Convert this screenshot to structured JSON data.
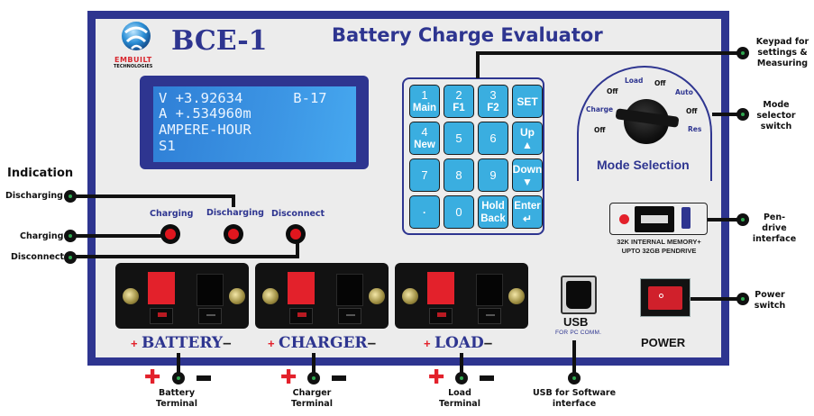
{
  "device": {
    "model": "BCE-1",
    "title": "Battery Charge Evaluator",
    "logo": {
      "company": "EMBUILT",
      "subtitle": "TECHNOLOGIES",
      "icon": "globe-logo-icon"
    }
  },
  "lcd": {
    "lines": [
      "V +3.92634      B-17",
      "A +.534960m",
      "AMPERE-HOUR",
      "S1"
    ]
  },
  "keypad": {
    "keys": [
      {
        "main": "1",
        "sub": "Main"
      },
      {
        "main": "2",
        "sub": "F1"
      },
      {
        "main": "3",
        "sub": "F2"
      },
      {
        "main": "SET",
        "sub": ""
      },
      {
        "main": "4",
        "sub": "New"
      },
      {
        "main": "5",
        "sub": ""
      },
      {
        "main": "6",
        "sub": ""
      },
      {
        "main": "Up",
        "sub": "▲"
      },
      {
        "main": "7",
        "sub": ""
      },
      {
        "main": "8",
        "sub": ""
      },
      {
        "main": "9",
        "sub": ""
      },
      {
        "main": "Down",
        "sub": "▼"
      },
      {
        "main": "·",
        "sub": ""
      },
      {
        "main": "0",
        "sub": ""
      },
      {
        "main": "Hold",
        "sub": "Back"
      },
      {
        "main": "Enter",
        "sub": "↵"
      }
    ]
  },
  "mode_selector": {
    "title": "Mode Selection",
    "positions": [
      "Off",
      "Charge",
      "Off",
      "Load",
      "Off",
      "Auto",
      "Off",
      "Res"
    ]
  },
  "indicators": {
    "heading": "Indication",
    "leds": [
      {
        "label": "Charging",
        "color": "#e0161e"
      },
      {
        "label": "Discharging",
        "color": "#e0161e"
      },
      {
        "label": "Disconnect",
        "color": "#e0161e"
      }
    ]
  },
  "terminals": [
    {
      "label": "BATTERY",
      "plus": "+",
      "minus": "–"
    },
    {
      "label": "CHARGER",
      "plus": "+",
      "minus": "–"
    },
    {
      "label": "LOAD",
      "plus": "+",
      "minus": "–"
    }
  ],
  "usb": {
    "label": "USB",
    "sub": "FOR PC COMM."
  },
  "power": {
    "label": "POWER"
  },
  "pendrive": {
    "line1": "32K INTERNAL MEMORY+",
    "line2": "UPTO 32GB PENDRIVE"
  },
  "callouts": {
    "keypad": "Keypad for settings & Measuring",
    "mode": "Mode selector switch",
    "pendrive": "Pen-drive interface",
    "power": "Power switch",
    "discharging": "Discharging",
    "charging": "Charging",
    "disconnect": "Disconnect",
    "battery_terminal": "Battery Terminal",
    "charger_terminal": "Charger Terminal",
    "load_terminal": "Load Terminal",
    "usb_software": "USB for Software interface"
  },
  "colors": {
    "panel_border": "#2e3590",
    "panel_bg": "#ececec",
    "key_blue": "#3aaee0",
    "led_red": "#e0161e"
  }
}
